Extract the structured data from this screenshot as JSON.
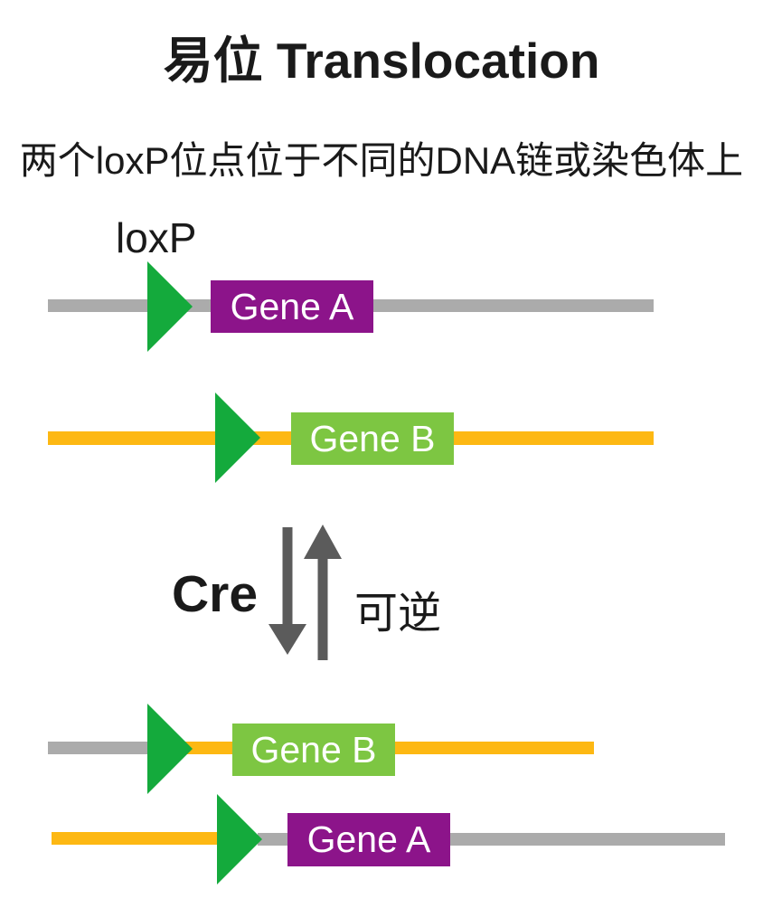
{
  "title": "易位 Translocation",
  "subtitle": "两个loxP位点位于不同的DNA链或染色体上",
  "labels": {
    "loxp": "loxP",
    "cre": "Cre",
    "reversible": "可逆",
    "gene_a": "Gene A",
    "gene_b": "Gene B"
  },
  "colors": {
    "strand-gray": "#ABABAB",
    "strand-yellow": "#FDB813",
    "loxp-green": "#14AA3C",
    "gene-a-purple": "#8C148A",
    "gene-b-green": "#7DC642",
    "arrow-gray": "#5B5B5B",
    "text-black": "#1A1A1A"
  },
  "diagram": {
    "description": "Cre-loxP translocation: two loxP sites on different DNA strands/chromosomes; Cre recombinase reversibly swaps Gene A and Gene B between the gray and yellow strands"
  }
}
